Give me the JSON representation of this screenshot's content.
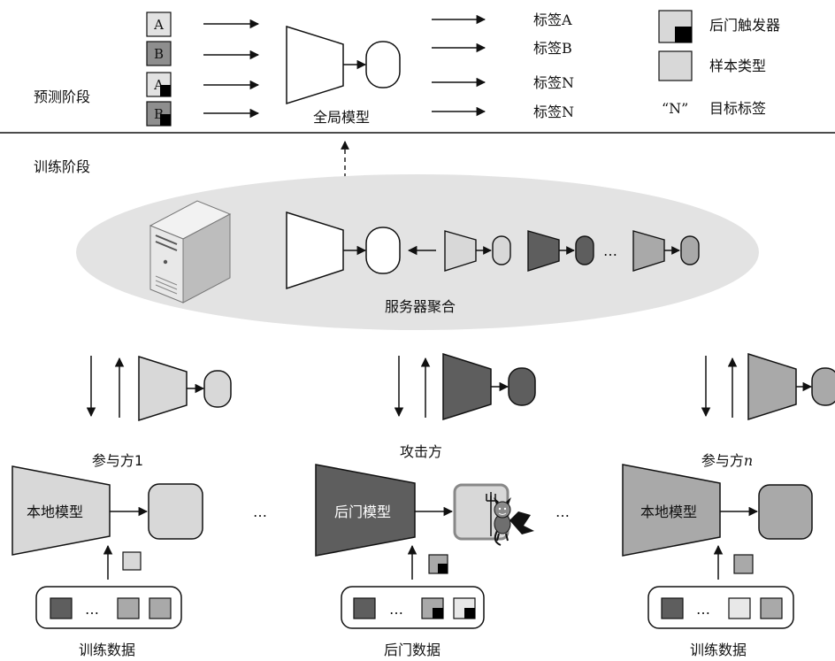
{
  "prediction": {
    "stage_label": "预测阶段",
    "inputs": [
      "A",
      "B",
      "A",
      "B"
    ],
    "global_model_label": "全局模型",
    "outputs": [
      "标签A",
      "标签B",
      "标签N",
      "标签N"
    ]
  },
  "legend": {
    "trigger": "后门触发器",
    "sample_type": "样本类型",
    "target_label_key": "“N”",
    "target_label_text": "目标标签"
  },
  "training": {
    "stage_label": "训练阶段",
    "server_label": "服务器聚合",
    "ellipsis": "…"
  },
  "participants": [
    {
      "title": "参与方1",
      "model_label": "本地模型",
      "data_label": "训练数据"
    },
    {
      "title": "攻击方",
      "model_label": "后门模型",
      "data_label": "后门数据"
    },
    {
      "title_prefix": "参与方",
      "title_suffix": "n",
      "model_label": "本地模型",
      "data_label": "训练数据"
    }
  ],
  "colors": {
    "light": "#d8d8d8",
    "dark": "#5e5e5e",
    "mid": "#a9a9a9",
    "ellipse": "#e3e3e3",
    "server_box": "#cfcfcf"
  }
}
